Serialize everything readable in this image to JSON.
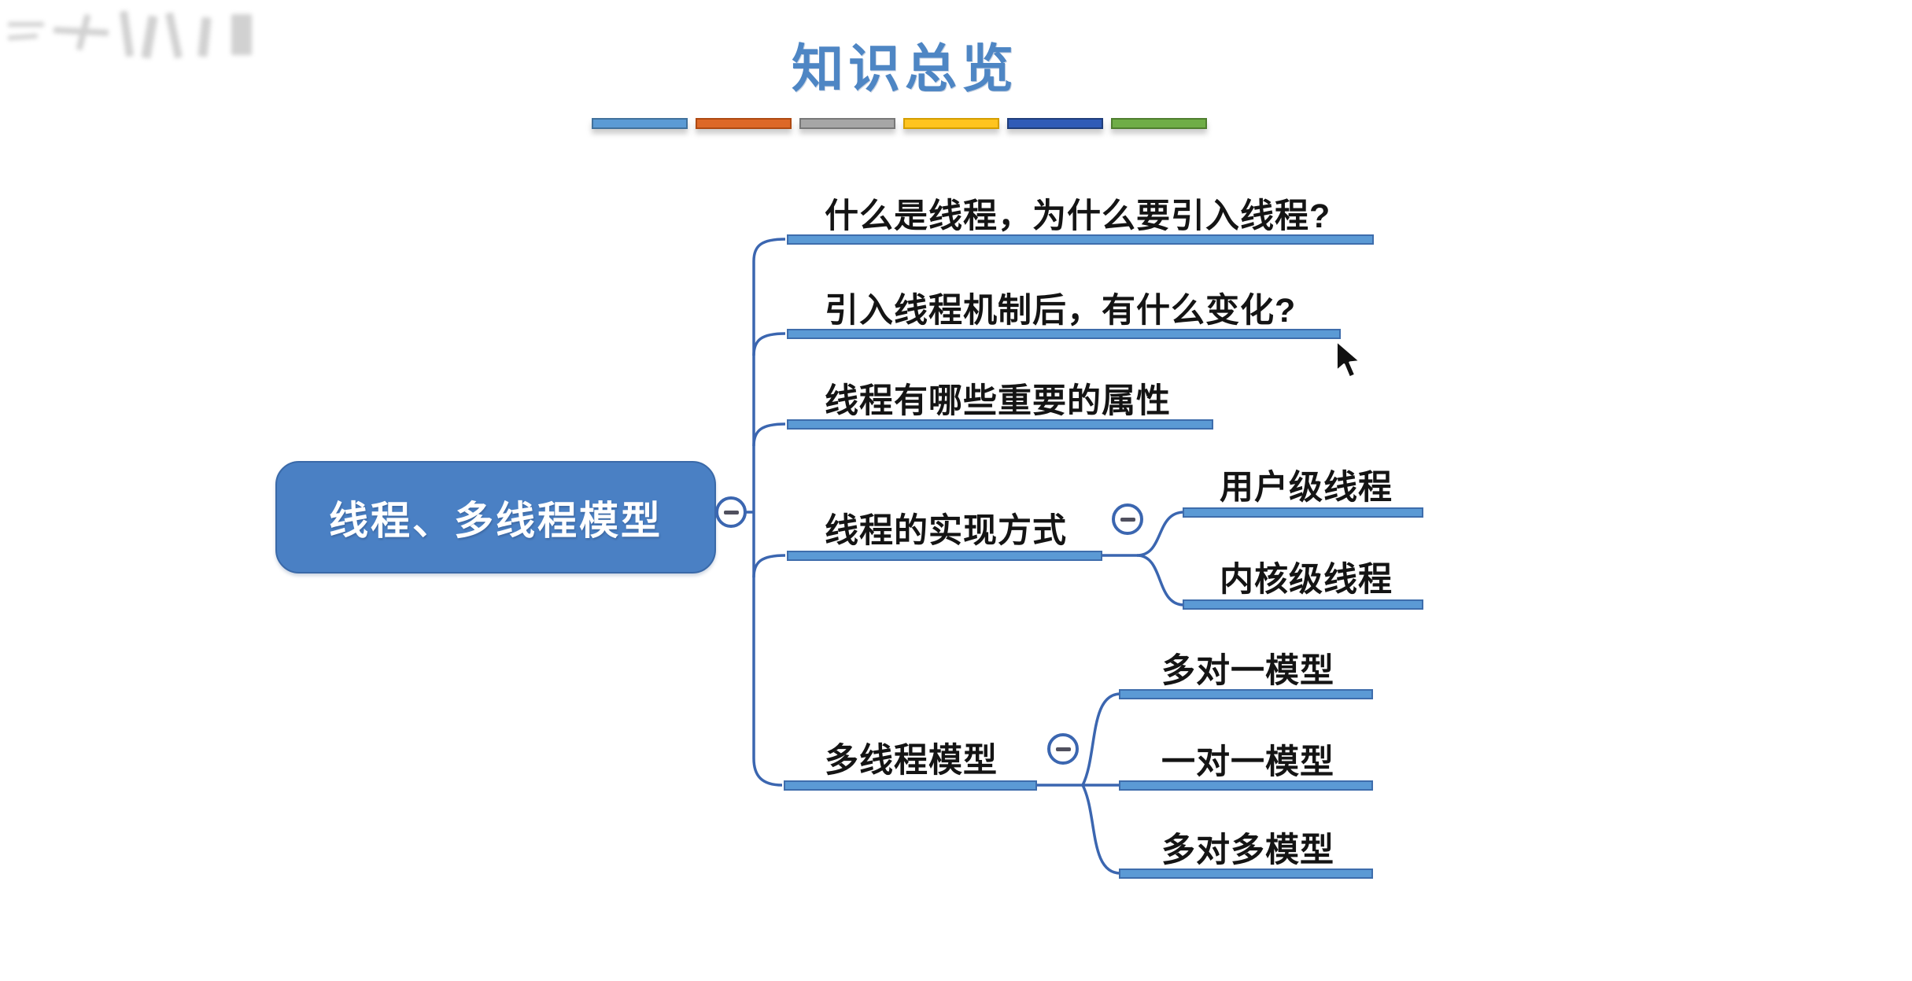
{
  "slide": {
    "title": "知识总览"
  },
  "dividers": [
    {
      "fill": "#5B9BD5",
      "border": "#41719C"
    },
    {
      "fill": "#DD6827",
      "border": "#AE4A12"
    },
    {
      "fill": "#A6A6A6",
      "border": "#787878"
    },
    {
      "fill": "#FFC41F",
      "border": "#D49E00"
    },
    {
      "fill": "#2F5BB7",
      "border": "#1F3D7A"
    },
    {
      "fill": "#6FAD47",
      "border": "#4F7E2F"
    }
  ],
  "mindmap": {
    "root_label": "线程、多线程模型",
    "branches": [
      {
        "label": "什么是线程，为什么要引入线程?"
      },
      {
        "label": "引入线程机制后，有什么变化?"
      },
      {
        "label": "线程有哪些重要的属性"
      },
      {
        "label": "线程的实现方式",
        "children": [
          {
            "label": "用户级线程"
          },
          {
            "label": "内核级线程"
          }
        ]
      },
      {
        "label": "多线程模型",
        "children": [
          {
            "label": "多对一模型"
          },
          {
            "label": "一对一模型"
          },
          {
            "label": "多对多模型"
          }
        ]
      }
    ],
    "collapse_icon": "minus"
  },
  "theme": {
    "title-color": "#4E86C4",
    "connector": "#3B66B0",
    "bar-fill": "#5B9AD5",
    "bar-border": "#3E6DAC",
    "node-fill": "#4A80C4",
    "node-border": "#3A69A8",
    "node-text": "#FFFFFF",
    "text-color": "#141414",
    "minus-dash": "#50505E"
  },
  "cursor": {
    "shape": "arrow"
  }
}
